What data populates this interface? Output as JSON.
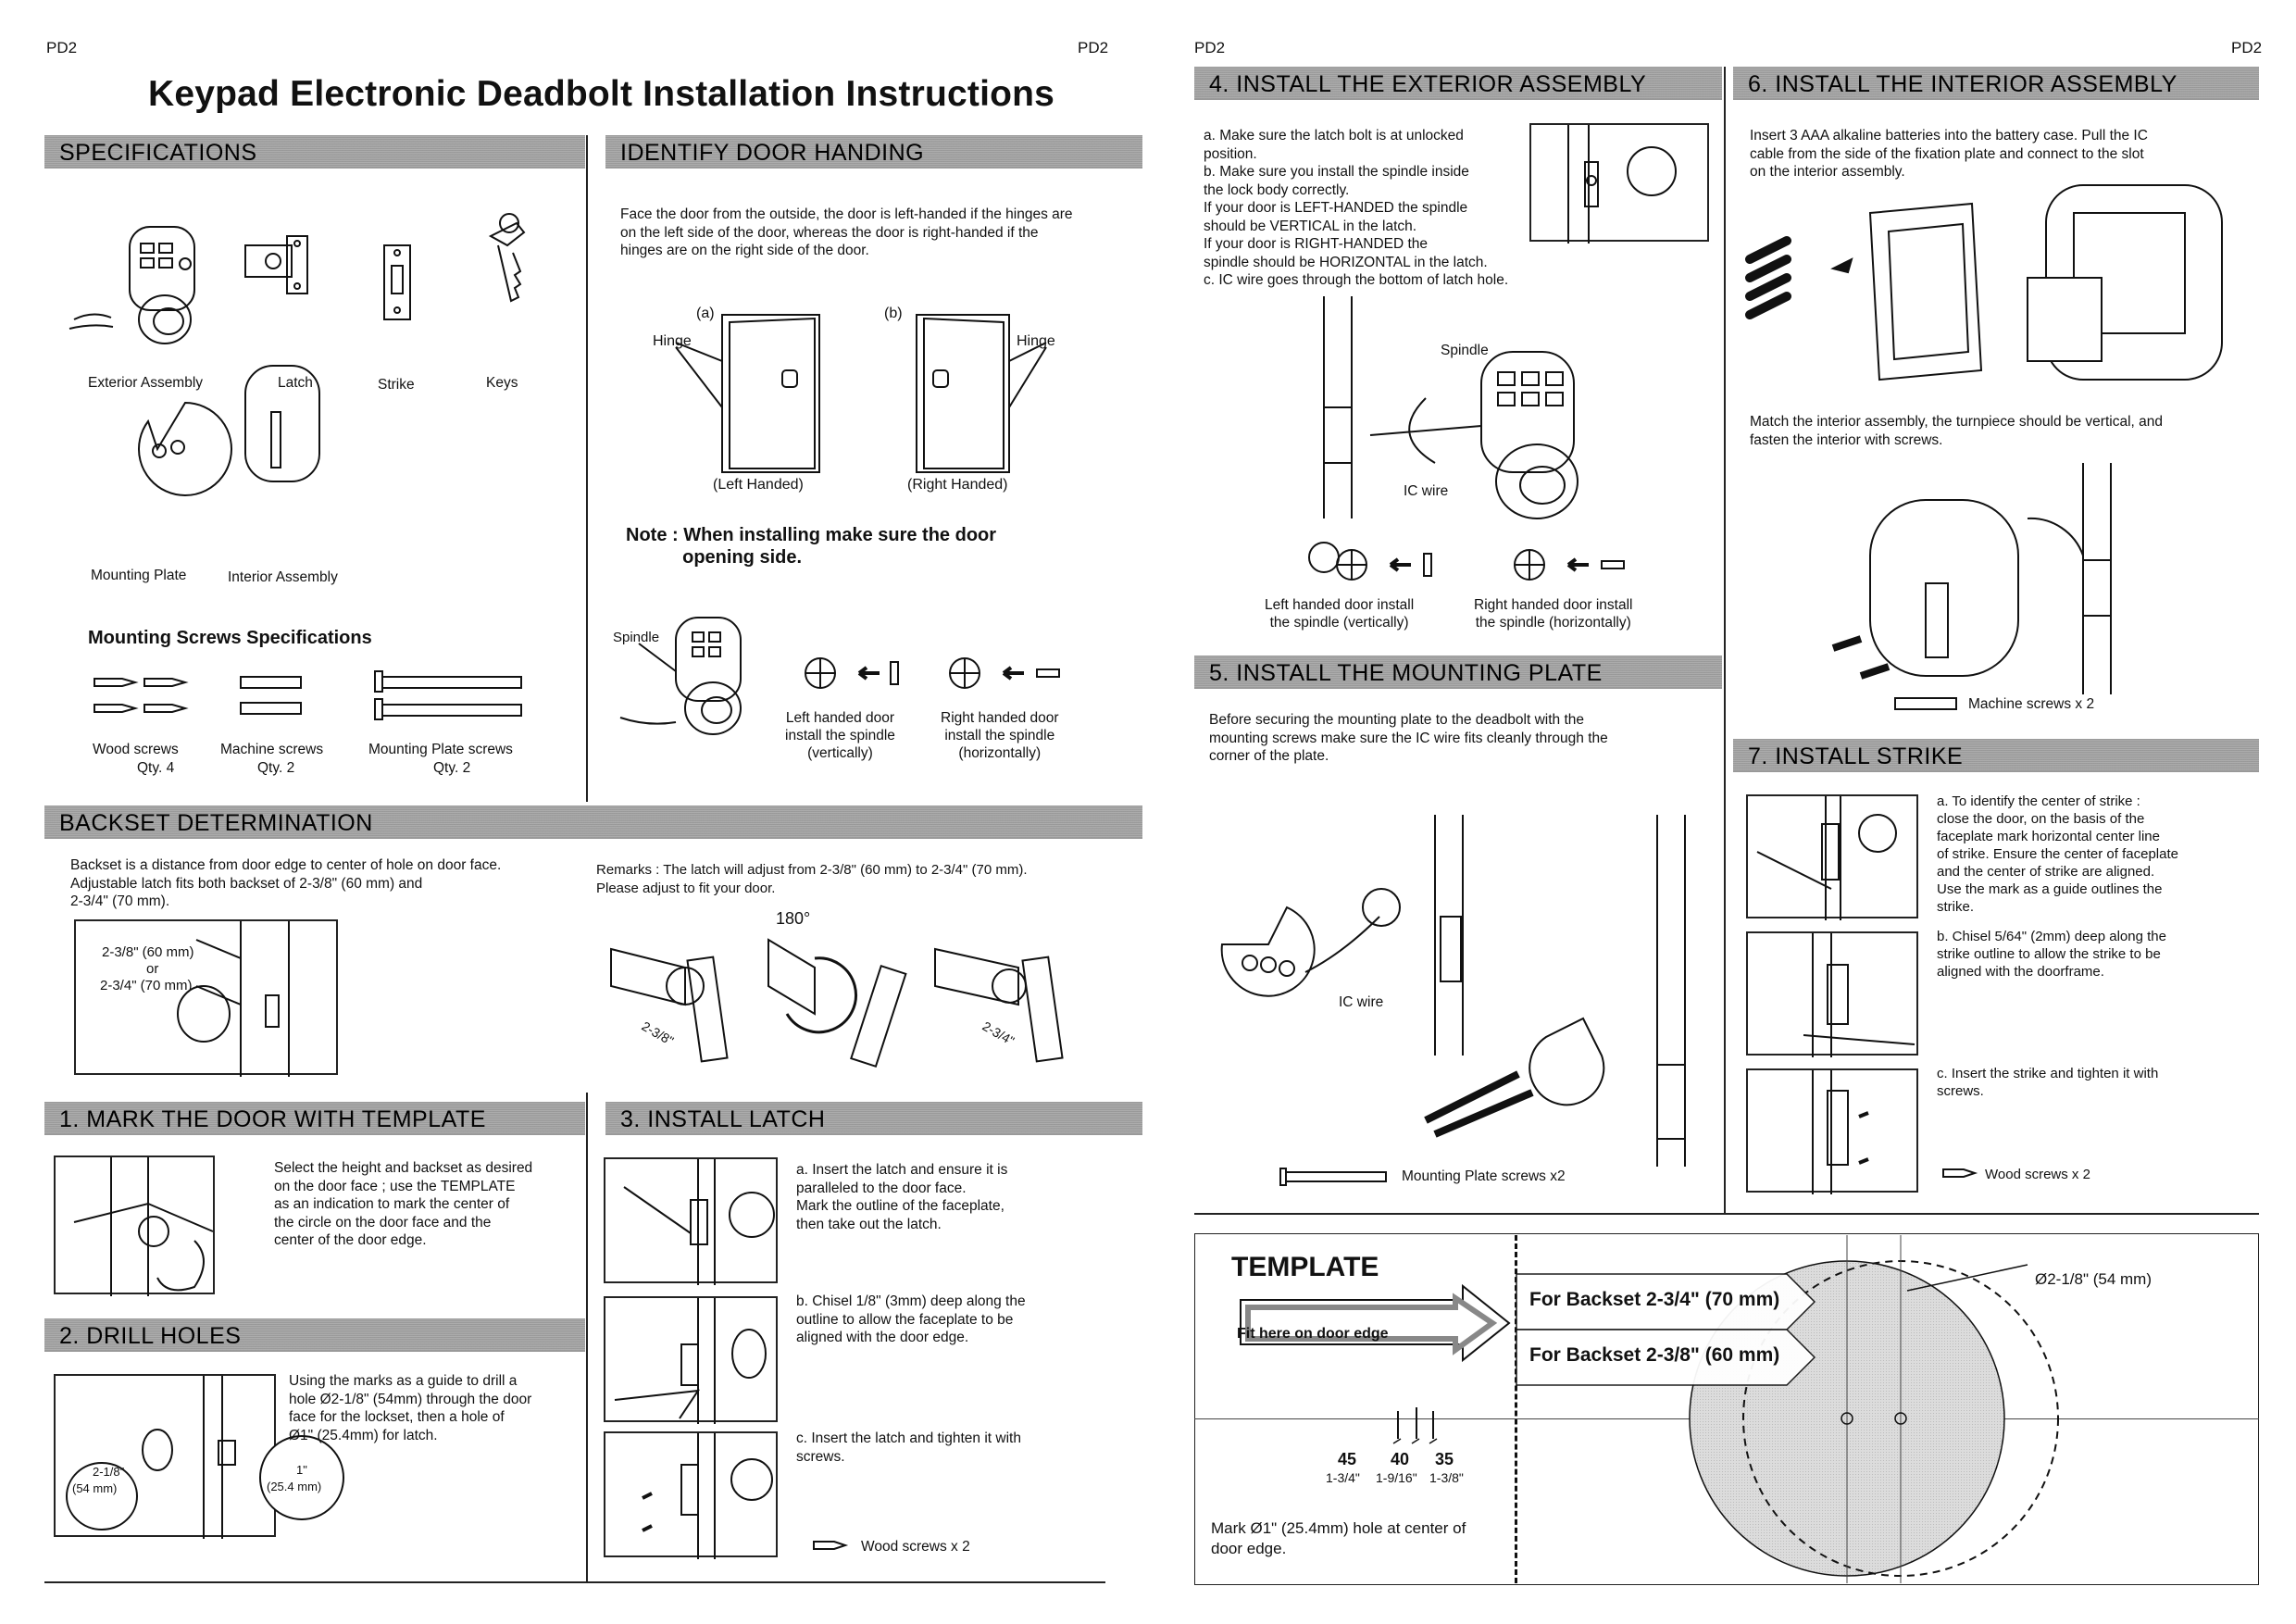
{
  "page_tags": [
    "PD2",
    "PD2",
    "PD2",
    "PD2"
  ],
  "title": "Keypad Electronic Deadbolt Installation Instructions",
  "specifications": {
    "header": "SPECIFICATIONS",
    "parts": [
      "Exterior Assembly",
      "Latch",
      "Strike",
      "Keys",
      "Mounting Plate",
      "Interior Assembly"
    ],
    "screws_title": "Mounting Screws Specifications",
    "screws": [
      {
        "name": "Wood screws",
        "qty": "Qty. 4"
      },
      {
        "name": "Machine screws",
        "qty": "Qty. 2"
      },
      {
        "name": "Mounting Plate screws",
        "qty": "Qty. 2"
      }
    ]
  },
  "handing": {
    "header": "IDENTIFY DOOR HANDING",
    "text": "Face the door from the outside, the door is left-handed if the hinges are on the left side of the door, whereas the door is right-handed if the hinges are on the right side of the door.",
    "a": "(a)",
    "b": "(b)",
    "hinge": "Hinge",
    "left": "(Left Handed)",
    "right": "(Right Handed)",
    "note": "Note : When installing make sure the door\n           opening side.",
    "spindle": "Spindle",
    "left_install": "Left handed door\ninstall the spindle\n(vertically)",
    "right_install": "Right handed door\ninstall the spindle\n(horizontally)"
  },
  "backset": {
    "header": "BACKSET DETERMINATION",
    "text": "Backset is a distance from door edge to center of hole on door face.\nAdjustable latch fits both backset of 2-3/8\" (60 mm) and\n2-3/4\" (70 mm).",
    "dim1": "2-3/8\" (60 mm)",
    "or": "or",
    "dim2": "2-3/4\" (70 mm)",
    "remarks": "Remarks : The latch will adjust from 2-3/8\" (60 mm) to 2-3/4\" (70 mm).\nPlease adjust to fit your door.",
    "rot": "180°",
    "l1": "2-3/8\"",
    "l2": "2-3/4\""
  },
  "step1": {
    "header": "1. MARK THE DOOR WITH TEMPLATE",
    "text": "Select the height and backset as desired\non the door face ; use the TEMPLATE\nas an indication to mark the center of\nthe circle on the door face and the\ncenter of the door edge."
  },
  "step2": {
    "header": "2. DRILL HOLES",
    "text": "Using the marks as a guide to drill a\nhole Ø2-1/8\" (54mm) through the door\nface for the lockset, then a hole of\nØ1\" (25.4mm) for latch.",
    "d1": "2-1/8\"",
    "d1b": "(54 mm)",
    "d2": "1\"",
    "d2b": "(25.4 mm)"
  },
  "step3": {
    "header": "3. INSTALL LATCH",
    "a": "a. Insert the latch and ensure it is\n    paralleled to the door face.\n    Mark the outline of the faceplate,\n    then take out the latch.",
    "b": "b. Chisel 1/8\" (3mm) deep along the\n    outline to allow the faceplate to be\n    aligned with the door edge.",
    "c": "c. Insert the latch and tighten it with\n    screws.",
    "screws": "Wood screws x 2"
  },
  "step4": {
    "header": "4. INSTALL THE EXTERIOR ASSEMBLY",
    "text": "a. Make sure the latch bolt is at unlocked\n    position.\nb. Make sure you install the spindle inside\n    the lock body correctly.\n    If your door is LEFT-HANDED the spindle\n    should be VERTICAL in the latch.\n    If your door is RIGHT-HANDED the\n    spindle should be HORIZONTAL in the latch.\nc. IC wire goes through the bottom of latch hole.",
    "spindle": "Spindle",
    "icwire": "IC wire",
    "left": "Left handed door install\nthe spindle (vertically)",
    "right": "Right handed door install\nthe spindle (horizontally)"
  },
  "step5": {
    "header": "5. INSTALL THE MOUNTING PLATE",
    "text": "Before securing the mounting plate to the deadbolt with the\nmounting screws make sure the IC wire fits cleanly through the\ncorner of the plate.",
    "icwire": "IC wire",
    "screws": "Mounting Plate screws x2"
  },
  "step6": {
    "header": "6. INSTALL THE INTERIOR ASSEMBLY",
    "text": "Insert 3 AAA alkaline batteries into the battery case. Pull the IC\ncable from the side of the fixation plate and connect to the slot\non the interior assembly.",
    "text2": "Match the interior assembly, the turnpiece should be vertical, and\nfasten the interior with screws.",
    "screws": "Machine screws x 2"
  },
  "step7": {
    "header": "7. INSTALL STRIKE",
    "a": "a. To identify the center of strike :\n    close the door, on the basis of the\n    faceplate mark horizontal center line\n    of strike. Ensure the center of faceplate\n    and the center of strike are aligned.\n    Use the mark as a guide outlines the\n    strike.",
    "b": "b. Chisel 5/64\" (2mm) deep along the\n    strike outline to allow the strike to be\n    aligned with the doorframe.",
    "c": "c. Insert the strike and tighten it with\n    screws.",
    "screws": "Wood screws x 2"
  },
  "template": {
    "title": "TEMPLATE",
    "fit": "Fit here on door edge",
    "b70": "For Backset 2-3/4\" (70 mm)",
    "b60": "For Backset 2-3/8\" (60 mm)",
    "dia": "Ø2-1/8\" (54 mm)",
    "n45": "45",
    "n40": "40",
    "n35": "35",
    "f45": "1-3/4\"",
    "f40": "1-9/16\"",
    "f35": "1-3/8\"",
    "mark": "Mark Ø1\" (25.4mm) hole at center of\ndoor edge."
  }
}
